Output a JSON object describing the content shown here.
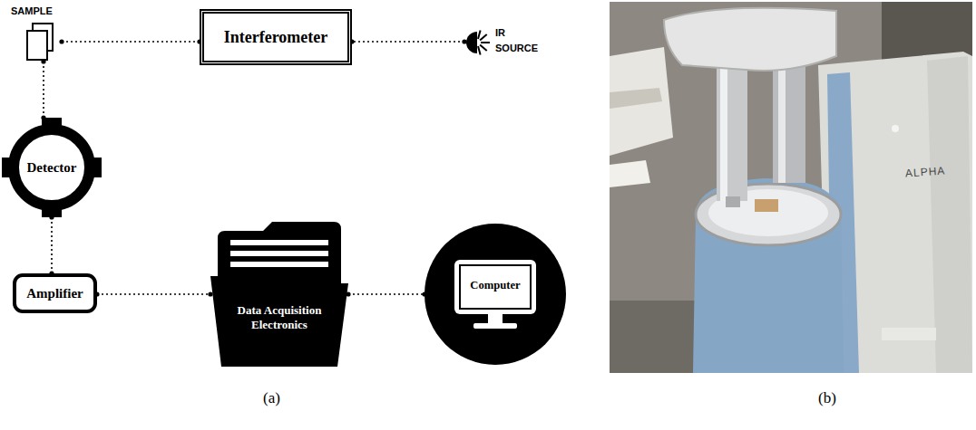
{
  "diagram": {
    "nodes": [
      {
        "text": [
          "SAMPLE"
        ]
      },
      {
        "text": [
          "Interferometer"
        ]
      },
      {
        "text": [
          "IR SOURCE"
        ]
      },
      {
        "text": [
          "Detector"
        ]
      },
      {
        "text": [
          "Amplifier"
        ]
      },
      {
        "text": [
          "Data Acquisition Electronics"
        ]
      },
      {
        "text": [
          "Computer"
        ]
      }
    ],
    "edges": [
      {
        "from": 2,
        "to": 1,
        "arrow": "none"
      },
      {
        "from": 1,
        "to": 0,
        "arrow": "none"
      },
      {
        "from": 0,
        "to": 3,
        "arrow": "none"
      },
      {
        "from": 3,
        "to": 4,
        "arrow": "none"
      },
      {
        "from": 4,
        "to": 5,
        "arrow": "none"
      },
      {
        "from": 5,
        "to": 6,
        "arrow": "none"
      }
    ],
    "labels": [
      "(a)",
      "(b)",
      "ALPHA"
    ]
  }
}
